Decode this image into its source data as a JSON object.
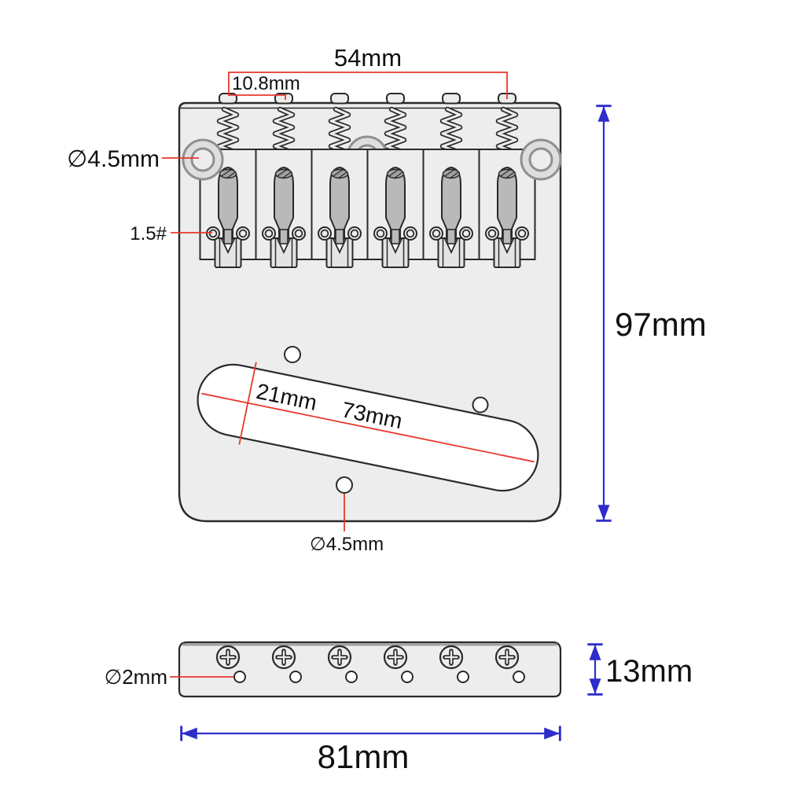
{
  "colors": {
    "dim_red": "#e8382d",
    "dim_blue": "#2d2dcc",
    "outline": "#2a2a2a",
    "plate_fill": "#ededed",
    "cavity_fill": "#ffffff",
    "metal_gray": "#b9b9b9",
    "metal_dark": "#a2a2a2",
    "ring_gray": "#dedede",
    "ring_stroke": "#8f8f8f",
    "roller_fill": "#e4e4e4",
    "shadow_gray": "#9f9f9f"
  },
  "top_view": {
    "string_count": 6,
    "labels": {
      "span_54": "54mm",
      "pitch_108": "10.8mm",
      "mount_hole_dia": "∅4.5mm",
      "saddle_screw": "1.5#",
      "plate_height": "97mm",
      "cavity_width": "21mm",
      "cavity_length": "73mm",
      "bottom_hole_dia": "∅4.5mm"
    }
  },
  "side_view": {
    "screw_count": 6,
    "labels": {
      "hole_dia": "∅2mm",
      "thickness": "13mm",
      "width": "81mm"
    }
  }
}
